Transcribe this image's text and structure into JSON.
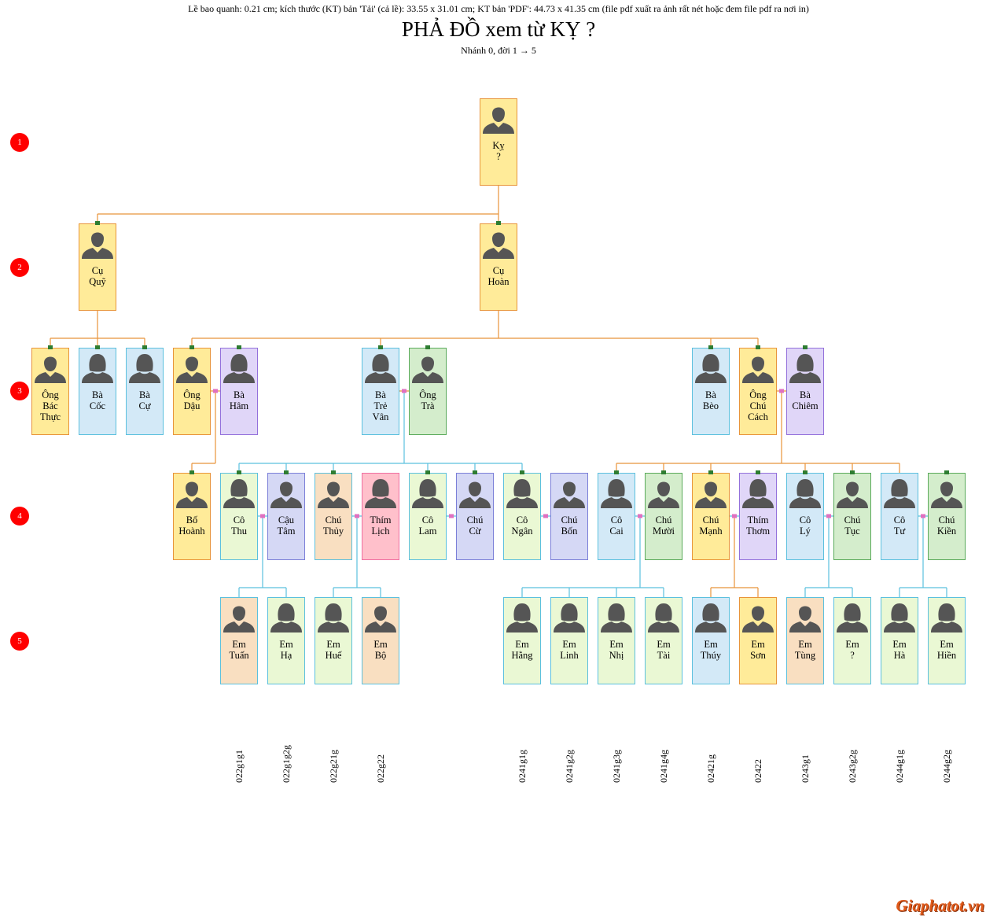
{
  "header": {
    "note": "Lề bao quanh: 0.21 cm; kích thước (KT) bản 'Tải' (cả lề): 33.55 x 31.01 cm; KT bản 'PDF': 44.73 x 41.35 cm (file pdf xuất ra ảnh rất nét hoặc đem file pdf ra nơi in)",
    "title": "PHẢ ĐỒ xem từ KỴ ?",
    "subtitle": "Nhánh 0, đời 1 → 5"
  },
  "generations": [
    "1",
    "2",
    "3",
    "4",
    "5"
  ],
  "colors": {
    "yellow": {
      "bg": "#ffeb99",
      "border": "#e8943a"
    },
    "blue": {
      "bg": "#d3e9f7",
      "border": "#5bc0de"
    },
    "purple": {
      "bg": "#e0d6f8",
      "border": "#9370db"
    },
    "green": {
      "bg": "#d4edcc",
      "border": "#5aaa5a"
    },
    "lavender": {
      "bg": "#d5d8f5",
      "border": "#7b7fd8"
    },
    "peach": {
      "bg": "#f9dfc1",
      "border": "#5bc0de"
    },
    "pink": {
      "bg": "#ffc0cb",
      "border": "#f06ea0"
    },
    "lime": {
      "bg": "#eaf8d4",
      "border": "#5bc0de"
    },
    "orange_line": "#e8943a",
    "blue_line": "#5bc0de",
    "spouse_marker": "#e070c0",
    "generation_marker": "#ff0000"
  },
  "people": [
    {
      "id": "ky",
      "name": [
        "Kỵ",
        "?"
      ],
      "gender": "m",
      "color": "yellow"
    },
    {
      "id": "quy",
      "name": [
        "Cụ",
        "Quỹ"
      ],
      "gender": "m",
      "color": "yellow"
    },
    {
      "id": "hoan",
      "name": [
        "Cụ",
        "Hoàn"
      ],
      "gender": "m",
      "color": "yellow"
    },
    {
      "id": "bacthuc",
      "name": [
        "Ông",
        "Bác",
        "Thực"
      ],
      "gender": "m",
      "color": "yellow"
    },
    {
      "id": "coc",
      "name": [
        "Bà",
        "Cốc"
      ],
      "gender": "f",
      "color": "blue"
    },
    {
      "id": "cu",
      "name": [
        "Bà",
        "Cự"
      ],
      "gender": "f",
      "color": "blue"
    },
    {
      "id": "dau",
      "name": [
        "Ông",
        "Dậu"
      ],
      "gender": "m",
      "color": "yellow"
    },
    {
      "id": "ham",
      "name": [
        "Bà",
        "Hâm"
      ],
      "gender": "f",
      "color": "purple"
    },
    {
      "id": "trevan",
      "name": [
        "Bà",
        "Trẻ",
        "Vân"
      ],
      "gender": "f",
      "color": "blue"
    },
    {
      "id": "tra",
      "name": [
        "Ông",
        "Trà"
      ],
      "gender": "m",
      "color": "green"
    },
    {
      "id": "beo",
      "name": [
        "Bà",
        "Bèo"
      ],
      "gender": "f",
      "color": "blue"
    },
    {
      "id": "chucach",
      "name": [
        "Ông",
        "Chú",
        "Cách"
      ],
      "gender": "m",
      "color": "yellow"
    },
    {
      "id": "chiem",
      "name": [
        "Bà",
        "Chiêm"
      ],
      "gender": "f",
      "color": "purple"
    },
    {
      "id": "hoanh",
      "name": [
        "Bố",
        "Hoành"
      ],
      "gender": "m",
      "color": "yellow"
    },
    {
      "id": "thu",
      "name": [
        "Cô",
        "Thu"
      ],
      "gender": "f",
      "color": "lime"
    },
    {
      "id": "tam",
      "name": [
        "Cậu",
        "Tâm"
      ],
      "gender": "m",
      "color": "lavender"
    },
    {
      "id": "thuy",
      "name": [
        "Chú",
        "Thủy"
      ],
      "gender": "m",
      "color": "peach"
    },
    {
      "id": "lich",
      "name": [
        "Thím",
        "Lịch"
      ],
      "gender": "f",
      "color": "pink"
    },
    {
      "id": "lam",
      "name": [
        "Cô",
        "Lam"
      ],
      "gender": "f",
      "color": "lime"
    },
    {
      "id": "cu2",
      "name": [
        "Chú",
        "Cừ"
      ],
      "gender": "m",
      "color": "lavender"
    },
    {
      "id": "ngan",
      "name": [
        "Cô",
        "Ngân"
      ],
      "gender": "f",
      "color": "lime"
    },
    {
      "id": "bon",
      "name": [
        "Chú",
        "Bốn"
      ],
      "gender": "m",
      "color": "lavender"
    },
    {
      "id": "cai",
      "name": [
        "Cô",
        "Cai"
      ],
      "gender": "f",
      "color": "blue"
    },
    {
      "id": "muoi",
      "name": [
        "Chú",
        "Mười"
      ],
      "gender": "m",
      "color": "green"
    },
    {
      "id": "manh",
      "name": [
        "Chú",
        "Mạnh"
      ],
      "gender": "m",
      "color": "yellow"
    },
    {
      "id": "thom",
      "name": [
        "Thím",
        "Thơm"
      ],
      "gender": "f",
      "color": "purple"
    },
    {
      "id": "ly",
      "name": [
        "Cô",
        "Lý"
      ],
      "gender": "f",
      "color": "blue"
    },
    {
      "id": "tuc",
      "name": [
        "Chú",
        "Tục"
      ],
      "gender": "m",
      "color": "green"
    },
    {
      "id": "tu",
      "name": [
        "Cô",
        "Tư"
      ],
      "gender": "f",
      "color": "blue"
    },
    {
      "id": "kien",
      "name": [
        "Chú",
        "Kiền"
      ],
      "gender": "m",
      "color": "green"
    },
    {
      "id": "tuan",
      "name": [
        "Em",
        "Tuấn"
      ],
      "gender": "m",
      "color": "peach",
      "code": "022g1g1"
    },
    {
      "id": "ha",
      "name": [
        "Em",
        "Hạ"
      ],
      "gender": "f",
      "color": "lime",
      "code": "022g1g2g"
    },
    {
      "id": "hue",
      "name": [
        "Em",
        "Huế"
      ],
      "gender": "f",
      "color": "lime",
      "code": "022g21g"
    },
    {
      "id": "bo",
      "name": [
        "Em",
        "Bộ"
      ],
      "gender": "m",
      "color": "peach",
      "code": "022g22"
    },
    {
      "id": "hang",
      "name": [
        "Em",
        "Hằng"
      ],
      "gender": "f",
      "color": "lime",
      "code": "0241g1g"
    },
    {
      "id": "linh",
      "name": [
        "Em",
        "Linh"
      ],
      "gender": "f",
      "color": "lime",
      "code": "0241g2g"
    },
    {
      "id": "nhi",
      "name": [
        "Em",
        "Nhị"
      ],
      "gender": "f",
      "color": "lime",
      "code": "0241g3g"
    },
    {
      "id": "tai",
      "name": [
        "Em",
        "Tài"
      ],
      "gender": "f",
      "color": "lime",
      "code": "0241g4g"
    },
    {
      "id": "thuy2",
      "name": [
        "Em",
        "Thúy"
      ],
      "gender": "f",
      "color": "blue",
      "code": "02421g"
    },
    {
      "id": "son",
      "name": [
        "Em",
        "Sơn"
      ],
      "gender": "m",
      "color": "yellow",
      "code": "02422"
    },
    {
      "id": "tung",
      "name": [
        "Em",
        "Tùng"
      ],
      "gender": "m",
      "color": "peach",
      "code": "0243g1"
    },
    {
      "id": "emq",
      "name": [
        "Em",
        "?"
      ],
      "gender": "f",
      "color": "lime",
      "code": "0243g2g"
    },
    {
      "id": "ha2",
      "name": [
        "Em",
        "Hà"
      ],
      "gender": "f",
      "color": "lime",
      "code": "0244g1g"
    },
    {
      "id": "hien",
      "name": [
        "Em",
        "Hiền"
      ],
      "gender": "f",
      "color": "lime",
      "code": "0244g2g"
    }
  ],
  "logo": "Giaphatot.vn"
}
